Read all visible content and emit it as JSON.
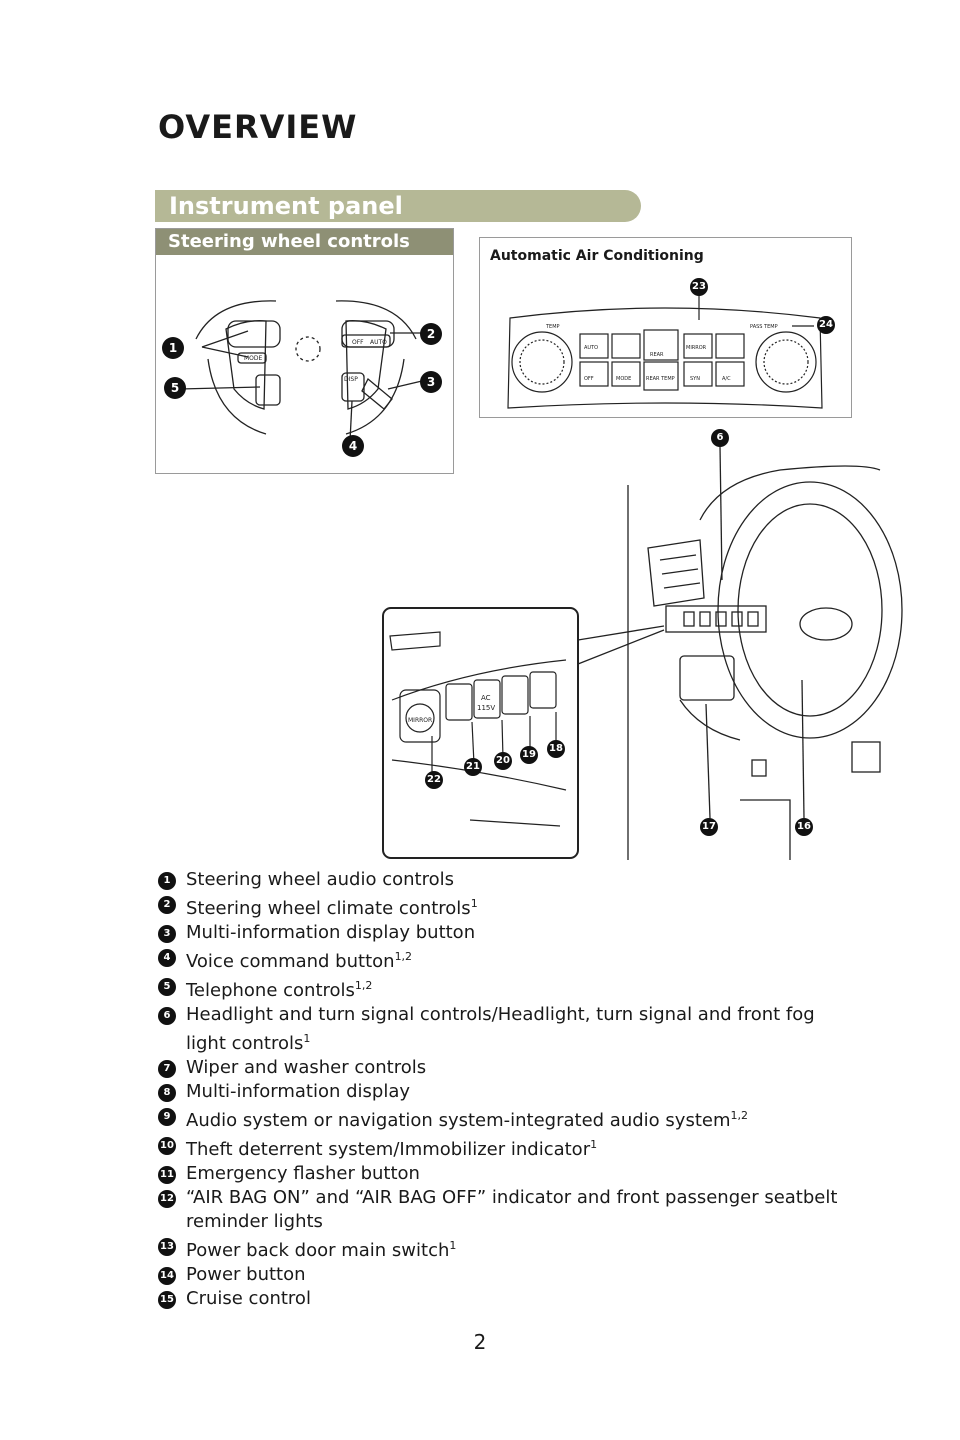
{
  "page_title": "OVERVIEW",
  "section_title": "Instrument panel",
  "steering_controls_title": "Steering wheel controls",
  "ac_title": "Automatic Air Conditioning",
  "steering_wheel_labels": {
    "mode": "MODE",
    "off": "OFF",
    "auto": "AUTO",
    "disp": "DISP"
  },
  "ac_panel_labels": {
    "temp": "TEMP",
    "pass_temp": "PASS TEMP",
    "auto": "AUTO",
    "off": "OFF",
    "mode": "MODE",
    "rear": "REAR",
    "rear_temp": "REAR TEMP",
    "mirror": "MIRROR",
    "syn": "SYN",
    "ac": "A/C"
  },
  "switch_labels": {
    "ac": "AC",
    "volt": "115V",
    "mirror": "MIRROR"
  },
  "callouts": {
    "steering": [
      "1",
      "2",
      "3",
      "4",
      "5"
    ],
    "ac": [
      "23",
      "24"
    ],
    "dash": [
      "6",
      "16",
      "17"
    ],
    "inset": [
      "18",
      "19",
      "20",
      "21",
      "22"
    ]
  },
  "legend": [
    {
      "num": "1",
      "text": "Steering wheel audio controls",
      "sup": ""
    },
    {
      "num": "2",
      "text": "Steering wheel climate controls",
      "sup": "1"
    },
    {
      "num": "3",
      "text": "Multi-information display button",
      "sup": ""
    },
    {
      "num": "4",
      "text": "Voice command button",
      "sup": "1,2"
    },
    {
      "num": "5",
      "text": "Telephone controls",
      "sup": "1,2"
    },
    {
      "num": "6",
      "text": "Headlight and turn signal controls/Headlight, turn signal and front fog light controls",
      "sup": "1"
    },
    {
      "num": "7",
      "text": "Wiper and washer controls",
      "sup": ""
    },
    {
      "num": "8",
      "text": "Multi-information display",
      "sup": ""
    },
    {
      "num": "9",
      "text": "Audio system or navigation system-integrated audio system",
      "sup": "1,2"
    },
    {
      "num": "10",
      "text": "Theft deterrent system/Immobilizer indicator",
      "sup": "1"
    },
    {
      "num": "11",
      "text": "Emergency flasher button",
      "sup": ""
    },
    {
      "num": "12",
      "text": "“AIR BAG ON” and “AIR BAG OFF” indicator and front passenger seatbelt reminder lights",
      "sup": ""
    },
    {
      "num": "13",
      "text": "Power back door main switch",
      "sup": "1"
    },
    {
      "num": "14",
      "text": "Power button",
      "sup": ""
    },
    {
      "num": "15",
      "text": "Cruise control",
      "sup": ""
    }
  ],
  "page_number": "2"
}
